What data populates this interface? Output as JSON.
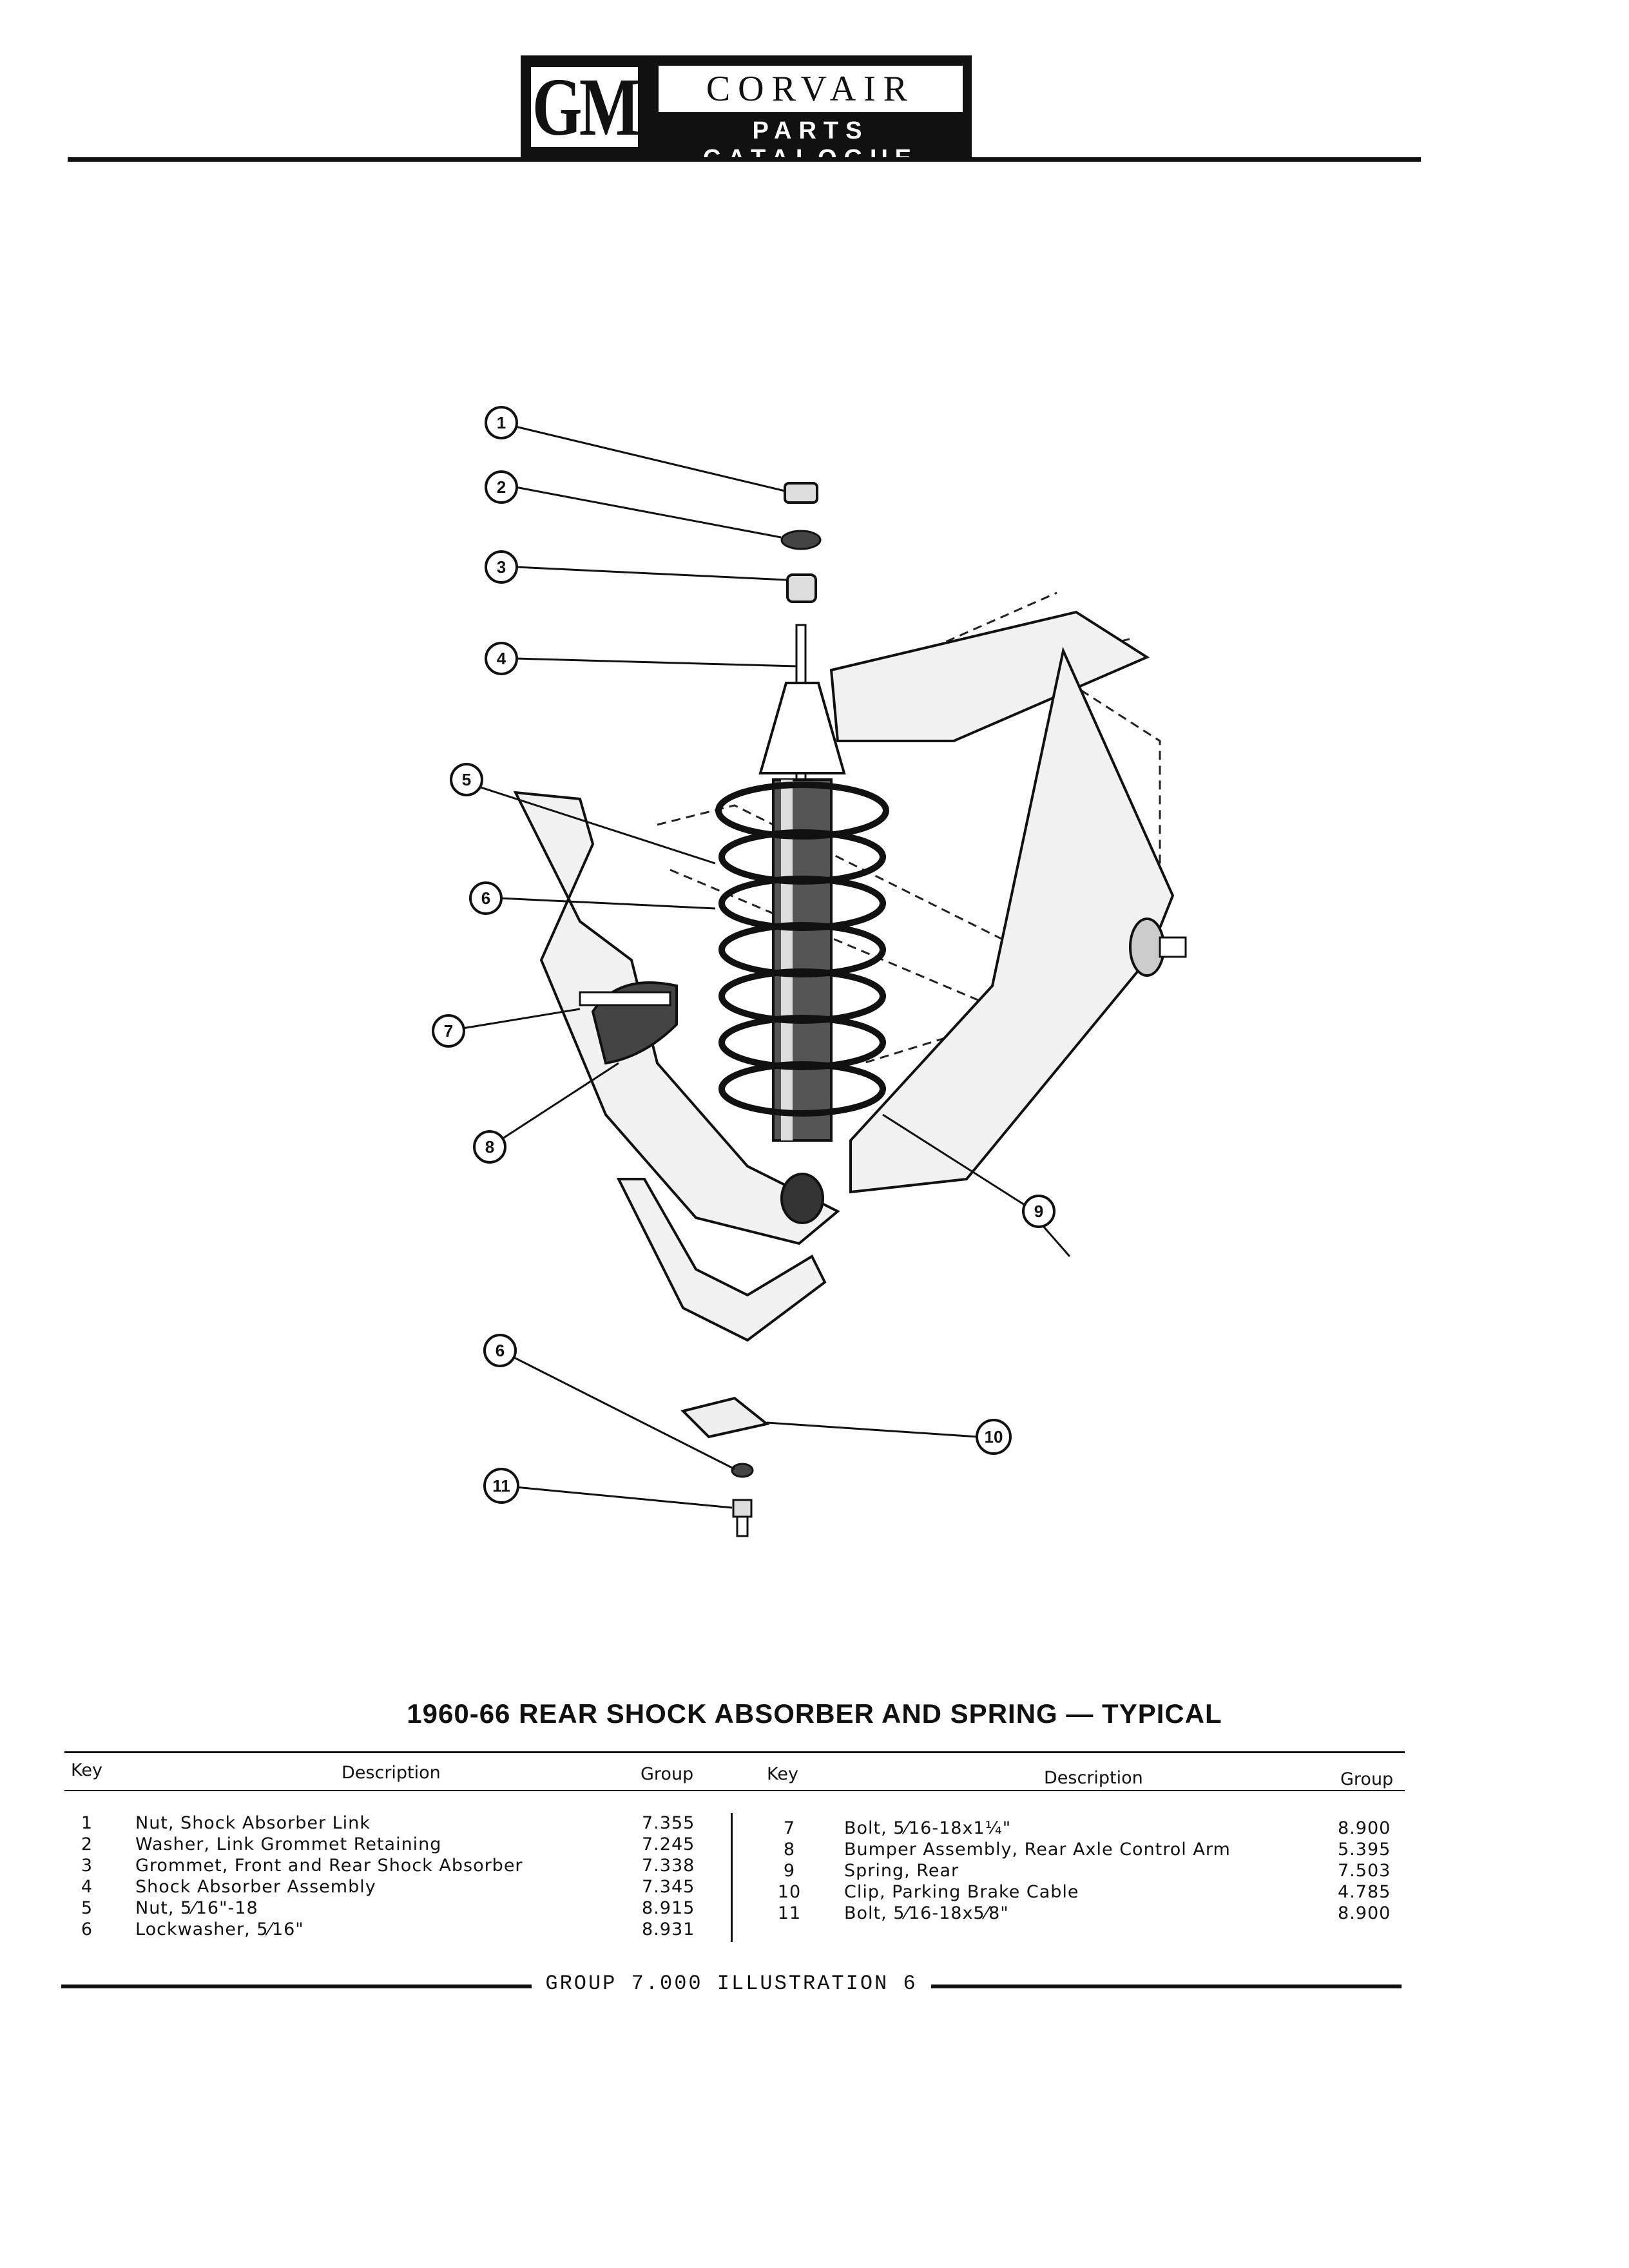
{
  "header": {
    "logo_gm": "GM",
    "title": "CORVAIR",
    "subtitle": "PARTS CATALOGUE"
  },
  "illustration": {
    "callouts": [
      "1",
      "2",
      "3",
      "4",
      "5",
      "6",
      "7",
      "8",
      "9",
      "6",
      "10",
      "11"
    ]
  },
  "caption": "1960-66 REAR SHOCK ABSORBER AND SPRING  — TYPICAL",
  "table": {
    "headers": {
      "key": "Key",
      "description": "Description",
      "group": "Group"
    },
    "left": [
      {
        "key": "1",
        "description": "Nut, Shock Absorber Link",
        "group": "7.355"
      },
      {
        "key": "2",
        "description": "Washer, Link Grommet Retaining",
        "group": "7.245"
      },
      {
        "key": "3",
        "description": "Grommet, Front and Rear Shock Absorber",
        "group": "7.338"
      },
      {
        "key": "4",
        "description": "Shock Absorber Assembly",
        "group": "7.345"
      },
      {
        "key": "5",
        "description": "Nut, 5⁄16\"-18",
        "group": "8.915"
      },
      {
        "key": "6",
        "description": "Lockwasher, 5⁄16\"",
        "group": "8.931"
      }
    ],
    "right": [
      {
        "key": "7",
        "description": "Bolt, 5⁄16-18x1¼\"",
        "group": "8.900"
      },
      {
        "key": "8",
        "description": "Bumper Assembly, Rear Axle Control Arm",
        "group": "5.395"
      },
      {
        "key": "9",
        "description": "Spring, Rear",
        "group": "7.503"
      },
      {
        "key": "10",
        "description": "Clip, Parking Brake Cable",
        "group": "4.785"
      },
      {
        "key": "11",
        "description": "Bolt, 5⁄16-18x5⁄8\"",
        "group": "8.900"
      }
    ]
  },
  "footer": "GROUP 7.000 ILLUSTRATION 6"
}
